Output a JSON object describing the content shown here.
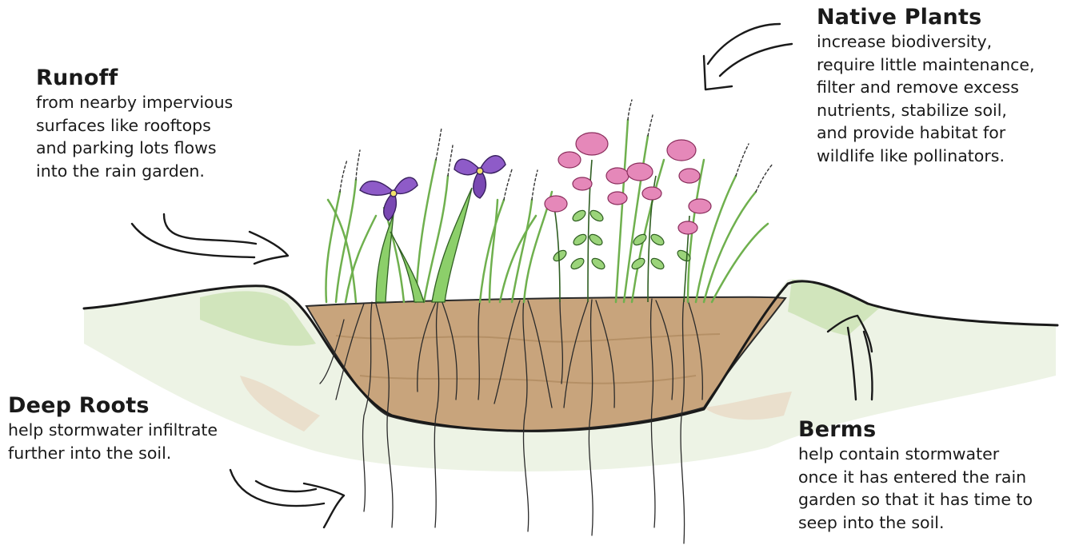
{
  "callouts": {
    "runoff": {
      "title": "Runoff",
      "text": "from nearby impervious\nsurfaces like rooftops\nand parking lots flows\ninto the rain garden."
    },
    "native_plants": {
      "title": "Native Plants",
      "text": "increase biodiversity,\nrequire little maintenance,\nfilter and remove excess\nnutrients, stabilize soil,\nand provide habitat for\nwildlife like pollinators."
    },
    "deep_roots": {
      "title": "Deep Roots",
      "text": "help stormwater infiltrate\nfurther into the soil."
    },
    "berms": {
      "title": "Berms",
      "text": "help contain stormwater\nonce it has entered the rain\ngarden so that it has time to\nseep into the soil."
    }
  },
  "colors": {
    "soil": "#c8a47c",
    "soil_dark": "#a98458",
    "ground_green": "#a9cf8a",
    "grass": "#7cc05a",
    "iris": "#8e5bc8",
    "pink_flower": "#e588b9",
    "ink": "#1a1a1a"
  }
}
